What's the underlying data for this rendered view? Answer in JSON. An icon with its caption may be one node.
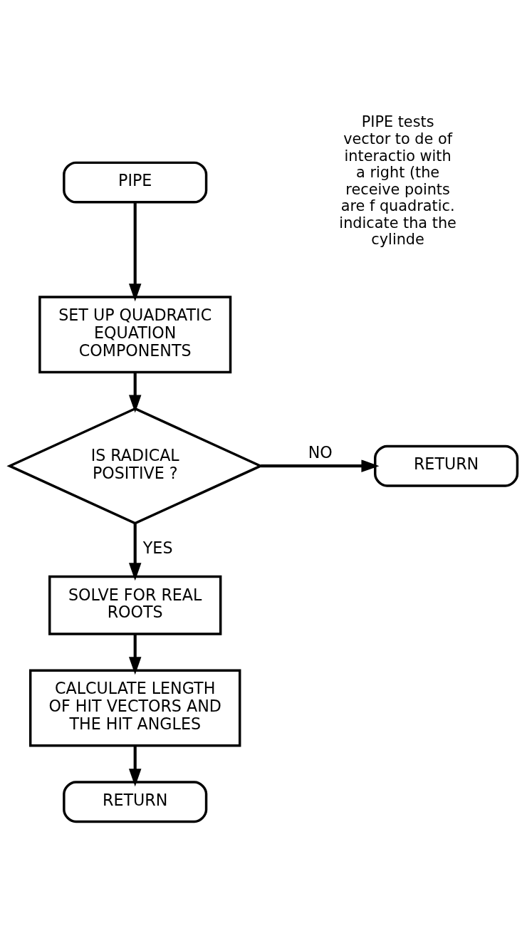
{
  "diagram": {
    "nodes": [
      {
        "text": [
          "PIPE"
        ]
      },
      {
        "text": [
          "SET UP QUADRATIC EQUATION COMPONENTS"
        ]
      },
      {
        "text": [
          "IS RADICAL POSITIVE ?"
        ]
      },
      {
        "text": [
          "RETURN"
        ]
      },
      {
        "text": [
          "SOLVE FOR REAL ROOTS"
        ]
      },
      {
        "text": [
          "CALCULATE LENGTH OF HIT VECTORS AND THE HIT ANGLES"
        ]
      },
      {
        "text": [
          "RETURN"
        ]
      }
    ],
    "edges": [
      {
        "from": 0,
        "to": 1,
        "arrow": "to"
      },
      {
        "from": 1,
        "to": 2,
        "arrow": "to"
      },
      {
        "from": 2,
        "to": 3,
        "label": "NO",
        "arrow": "to"
      },
      {
        "from": 2,
        "to": 4,
        "label": "YES",
        "arrow": "to"
      },
      {
        "from": 4,
        "to": 5,
        "arrow": "to"
      },
      {
        "from": 5,
        "to": 6,
        "arrow": "to"
      }
    ],
    "labels": [
      "PIPE tests vector to de of interactio with a right (the receive points are f quadratic. indicate tha the cylinde"
    ]
  }
}
